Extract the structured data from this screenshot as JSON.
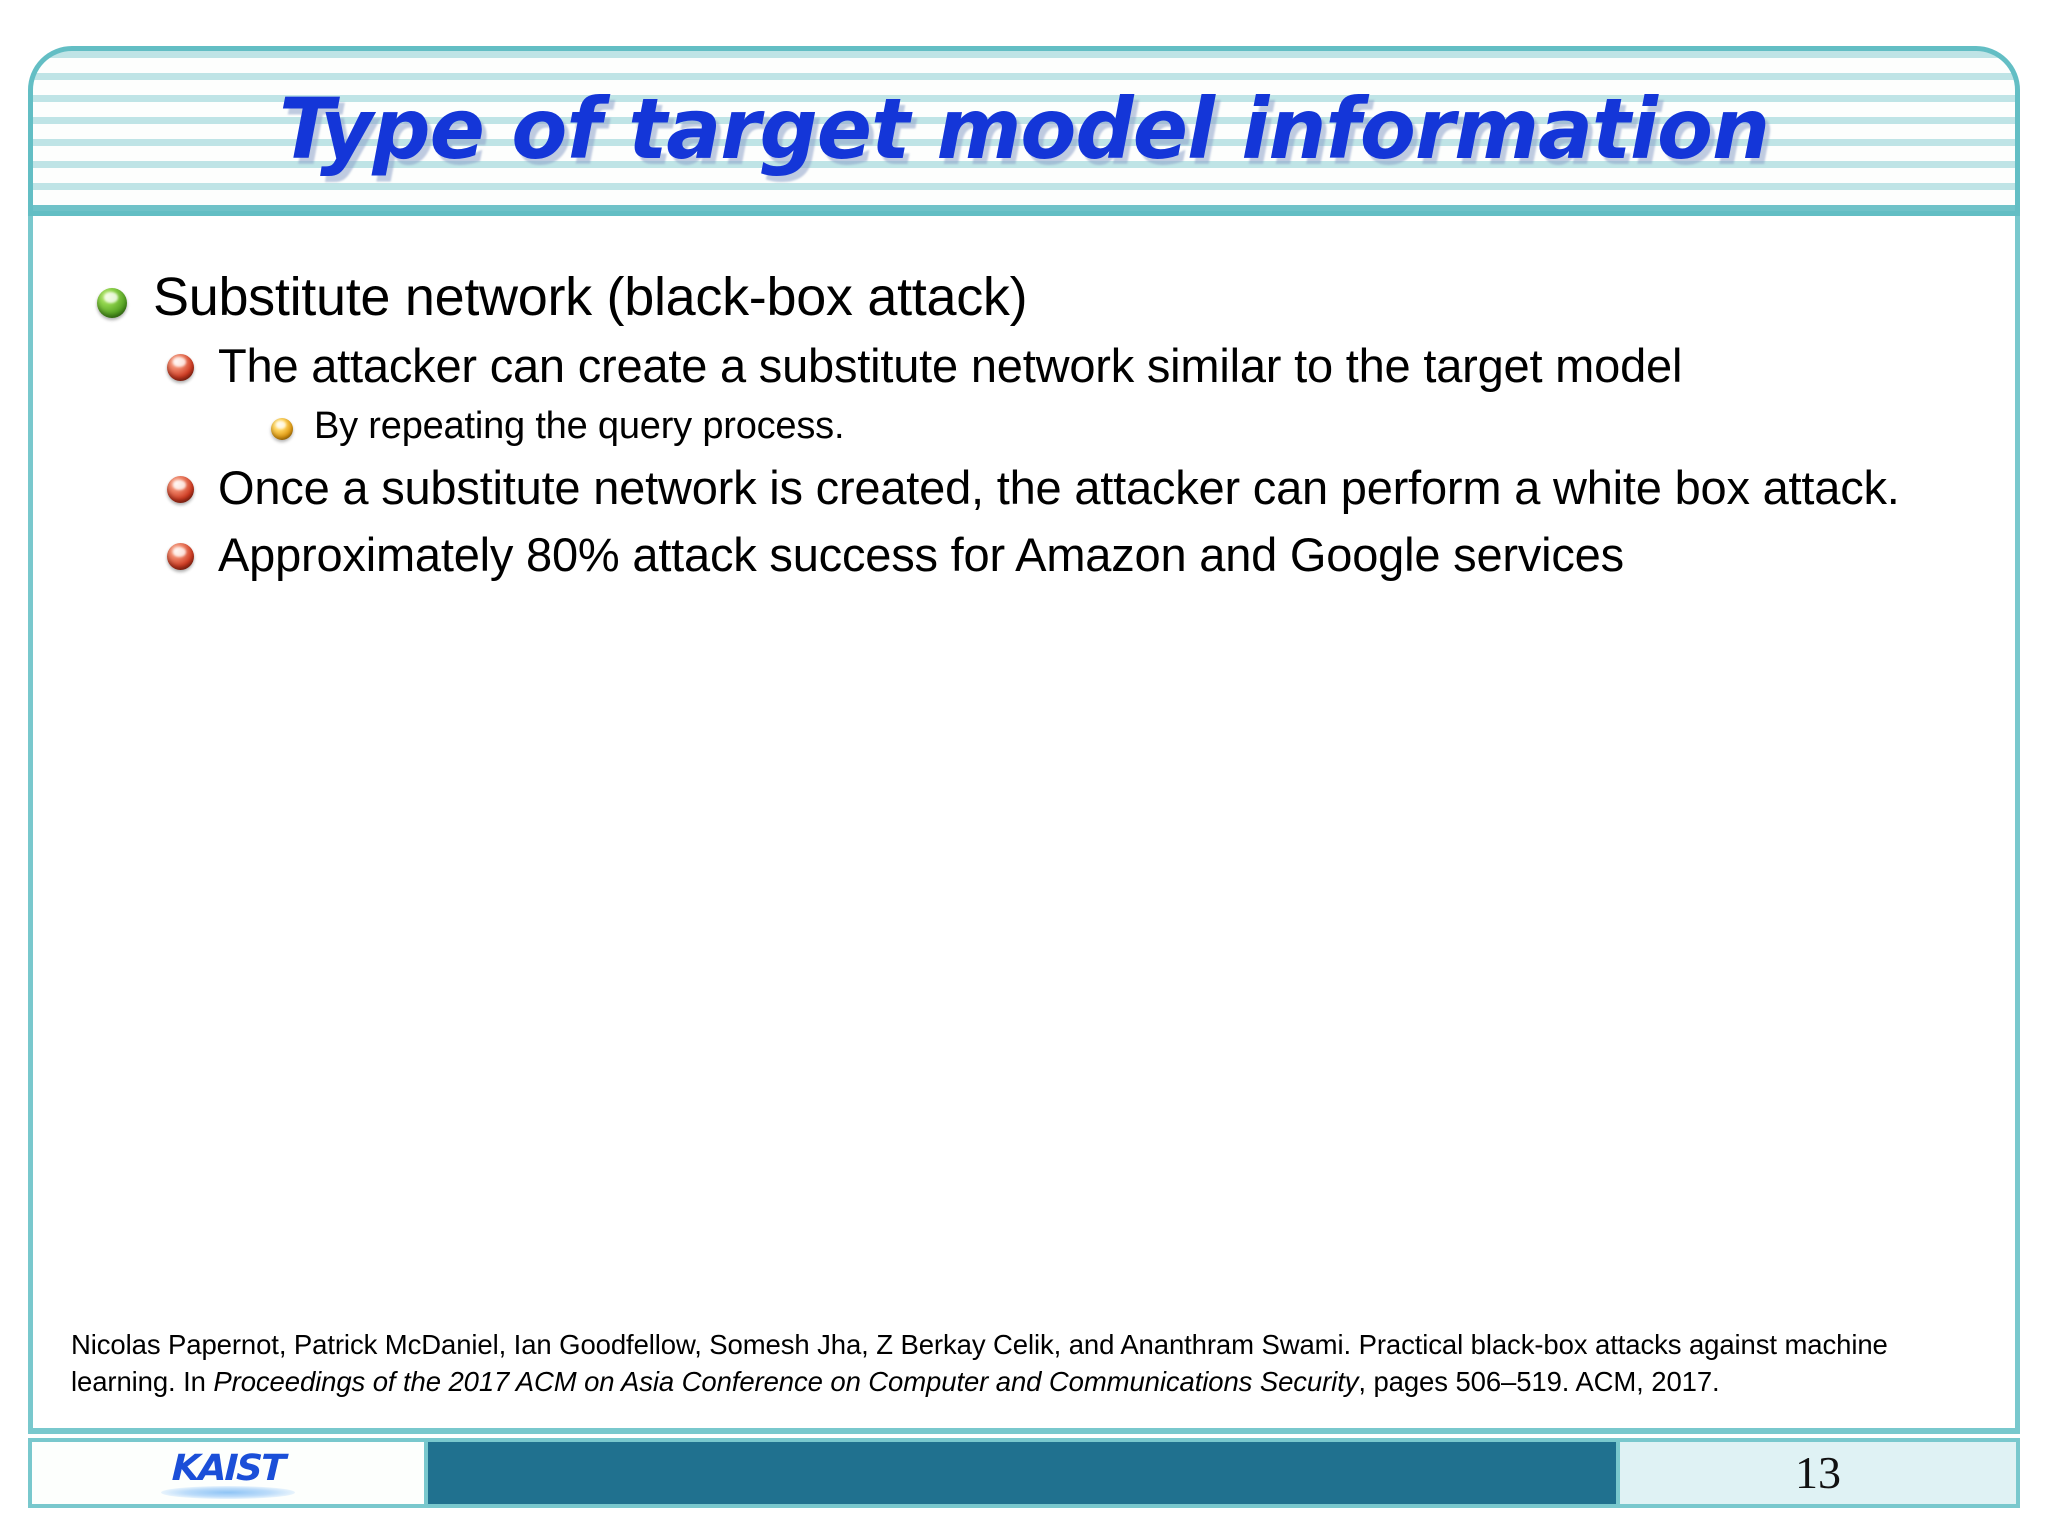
{
  "slide": {
    "title": "Type of target model information",
    "page_number": "13",
    "accent_teal": "#79c8cd",
    "accent_stripe": "#bfe4e6",
    "title_blue": "#1436d8",
    "footer_bar_blue": "#20718f",
    "page_panel_bg": "#dff2f4"
  },
  "bullets": [
    {
      "level": 1,
      "marker": "green-sphere-bullet",
      "marker_color": "#8dd24a",
      "text": "Substitute network (black-box attack)"
    },
    {
      "level": 2,
      "marker": "red-sphere-bullet",
      "marker_color": "#cf3b22",
      "text": "The attacker can create a substitute network similar to the target model"
    },
    {
      "level": 3,
      "marker": "amber-sphere-bullet",
      "marker_color": "#e09a12",
      "text": "By repeating the query process."
    },
    {
      "level": 2,
      "marker": "red-sphere-bullet",
      "marker_color": "#cf3b22",
      "text": "Once a substitute network is created, the attacker can perform a white box attack."
    },
    {
      "level": 2,
      "marker": "red-sphere-bullet",
      "marker_color": "#cf3b22",
      "text": "Approximately 80% attack success for Amazon and Google services"
    }
  ],
  "citation": {
    "part1": "Nicolas Papernot, Patrick McDaniel, Ian Goodfellow, Somesh Jha, Z Berkay Celik, and Ananthram Swami. Practical black-box attacks against machine learning. In ",
    "italic": "Proceedings of the 2017 ACM on Asia Conference on Computer and Communications Security",
    "part2": ", pages 506–519. ACM, 2017."
  },
  "footer": {
    "logo_text": "KAIST"
  }
}
